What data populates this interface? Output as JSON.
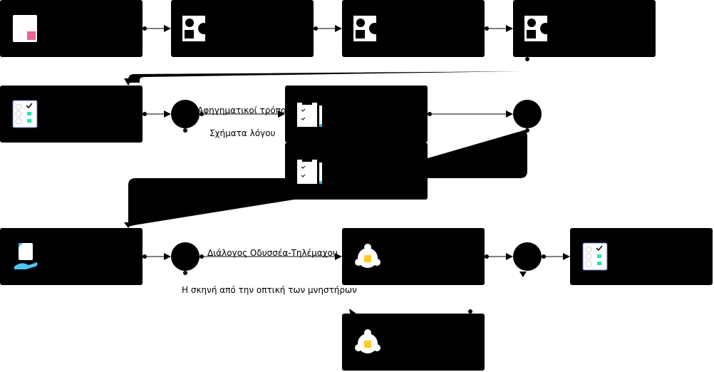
{
  "diagram": {
    "nodes": [
      {
        "id": "n1",
        "icon": "document-icon",
        "label": ""
      },
      {
        "id": "n2",
        "icon": "shapes-icon",
        "label": ""
      },
      {
        "id": "n3",
        "icon": "shapes-icon",
        "label": ""
      },
      {
        "id": "n4",
        "icon": "shapes-icon",
        "label": ""
      },
      {
        "id": "n5",
        "icon": "checklist-icon",
        "label": ""
      },
      {
        "id": "n6",
        "icon": "clipboard-pencil-icon",
        "label": ""
      },
      {
        "id": "n7",
        "icon": "clipboard-pencil-icon",
        "label": ""
      },
      {
        "id": "n8",
        "icon": "hand-document-icon",
        "label": ""
      },
      {
        "id": "n9",
        "icon": "group-discussion-icon",
        "label": ""
      },
      {
        "id": "n10",
        "icon": "checklist-icon",
        "label": ""
      },
      {
        "id": "n11",
        "icon": "group-discussion-icon",
        "label": ""
      }
    ],
    "gates": [
      "g1",
      "g2",
      "g3",
      "g4"
    ],
    "edge_labels": {
      "narrative": "Αφηγηματικοί τρόποι",
      "figures": "Σχήματα λόγου",
      "dialogue": "Διάλογος Οδυσσέα-Τηλέμαχου",
      "suitors": "Η σκηνή από την οπτική των μνηστήρων"
    }
  }
}
